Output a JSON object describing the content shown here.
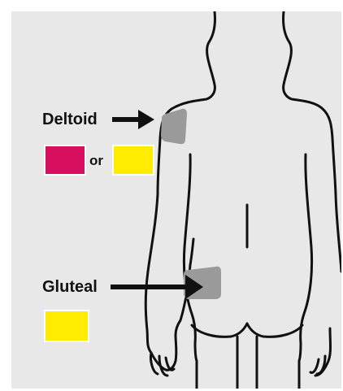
{
  "labels": {
    "deltoid": "Deltoid",
    "gluteal": "Gluteal",
    "or": "or"
  },
  "colors": {
    "panel_background": "#e9e8e9",
    "magenta": "#d6105f",
    "yellow": "#ffec00",
    "injection_site": "#9a9a9b",
    "outline": "#111111"
  },
  "swatches": {
    "deltoid": [
      "magenta",
      "yellow"
    ],
    "gluteal": [
      "yellow"
    ]
  }
}
